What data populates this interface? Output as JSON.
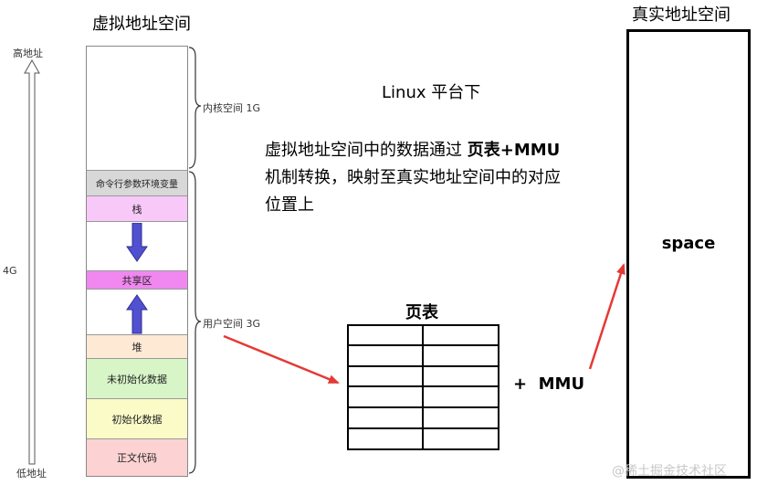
{
  "virtual_title": "虚拟地址空间",
  "physical_title": "真实地址空间",
  "high_addr": "高地址",
  "low_addr": "低地址",
  "size_4g": "4G",
  "kernel_label": "内核空间 1G",
  "user_label": "用户空间 3G",
  "segments": {
    "env": "命令行参数环境变量",
    "stack": "栈",
    "shared": "共享区",
    "heap": "堆",
    "bss": "未初始化数据",
    "data": "初始化数据",
    "text": "正文代码"
  },
  "platform": "Linux 平台下",
  "desc_line1_a": "虚拟地址空间中的数据通过 ",
  "desc_line1_b": "页表+MMU",
  "desc_line2": "机制转换，映射至真实地址空间中的对应",
  "desc_line3": "位置上",
  "page_table_title": "页表",
  "mmu_label": "+  MMU",
  "space_label": "space",
  "watermark": "@稀土掘金技术社区",
  "colors": {
    "env": "#d8d8d8",
    "stack": "#f8c8f8",
    "shared": "#f088f0",
    "heap": "#fde9d4",
    "bss": "#d8f5c8",
    "data": "#fbfbc8",
    "text": "#fcd2d2",
    "arrow_red": "#e53935",
    "arrow_blue": "#5050d0"
  }
}
